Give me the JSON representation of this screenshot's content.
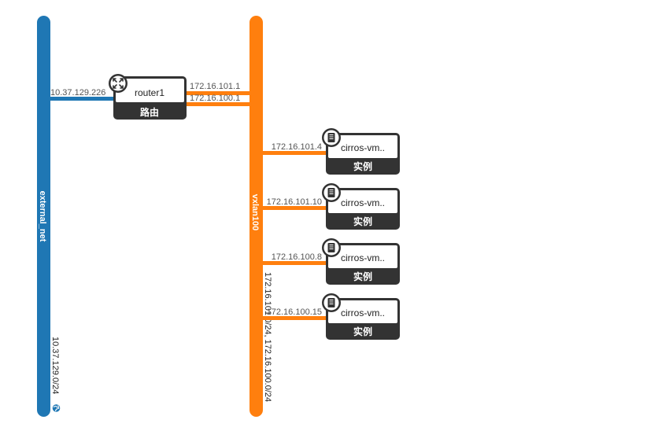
{
  "colors": {
    "external_network": "#1f77b4",
    "tenant_network": "#ff7f0e",
    "node_dark": "#333333",
    "node_body": "#ffffff",
    "globe": "#1f77b4"
  },
  "networks": {
    "external": {
      "name": "external_net",
      "cidr": "10.37.129.0/24",
      "icon": "globe-icon"
    },
    "tenant": {
      "name": "vxlan100",
      "cidr": "172.16.101.0/24, 172.16.100.0/24"
    }
  },
  "router": {
    "name": "router1",
    "type_label": "路由",
    "icon": "router-icon",
    "external_ip": "10.37.129.226",
    "tenant_ips": [
      "172.16.101.1",
      "172.16.100.1"
    ]
  },
  "instances": [
    {
      "name": "cirros-vm..",
      "type_label": "实例",
      "ip": "172.16.101.4",
      "icon": "server-icon"
    },
    {
      "name": "cirros-vm..",
      "type_label": "实例",
      "ip": "172.16.101.10",
      "icon": "server-icon"
    },
    {
      "name": "cirros-vm..",
      "type_label": "实例",
      "ip": "172.16.100.8",
      "icon": "server-icon"
    },
    {
      "name": "cirros-vm..",
      "type_label": "实例",
      "ip": "172.16.100.15",
      "icon": "server-icon"
    }
  ]
}
